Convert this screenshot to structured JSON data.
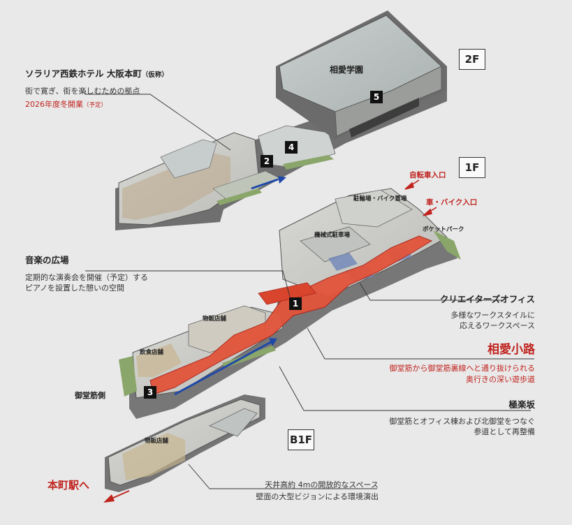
{
  "floors": {
    "f2": "2F",
    "f1": "1F",
    "b1": "B1F"
  },
  "markers": [
    "1",
    "2",
    "3",
    "4",
    "5"
  ],
  "hotel": {
    "title": "ソラリア西鉄ホテル 大阪本町",
    "title_suffix": "（仮称）",
    "desc": "街で寛ぎ、街を楽しむための拠点",
    "open": "2026年度冬開業",
    "open_suffix": "（予定）"
  },
  "music_plaza": {
    "title": "音楽の広場",
    "line1": "定期的な演奏会を開催（予定）する",
    "line2": "ピアノを設置した憩いの空間"
  },
  "creators_office": {
    "title": "クリエイターズオフィス",
    "line1": "多様なワークスタイルに",
    "line2": "応えるワークスペース"
  },
  "aiai_koji": {
    "title": "相愛小路",
    "line1": "御堂筋から御堂筋裏線へと通り抜けられる",
    "line2": "奥行きの深い遊歩道"
  },
  "gokurakuzaka": {
    "title": "極楽坂",
    "line1": "御堂筋とオフィス棟および北御堂をつなぐ",
    "line2": "参道として再整備"
  },
  "b1_space": {
    "line1": "天井高約 4mの開放的なスペース",
    "line2": "壁面の大型ビジョンによる環境演出"
  },
  "place_labels": {
    "aiai_gakuen": "相愛学園",
    "bicycle_entrance": "自転車入口",
    "car_bike_entrance": "車・バイク入口",
    "bike_parking": "駐輪場・バイク置場",
    "mech_parking": "機械式駐車場",
    "pocket_park": "ポケットパーク",
    "goods_store_1f": "物販店舗",
    "food_store": "飲食店舗",
    "midosuji_side": "御堂筋側",
    "goods_store_b1": "物販店舗",
    "honmachi_station": "本町駅へ"
  },
  "colors": {
    "accent_red": "#c0241f",
    "walkway": "#e2543a",
    "background": "#e9e9e9"
  }
}
